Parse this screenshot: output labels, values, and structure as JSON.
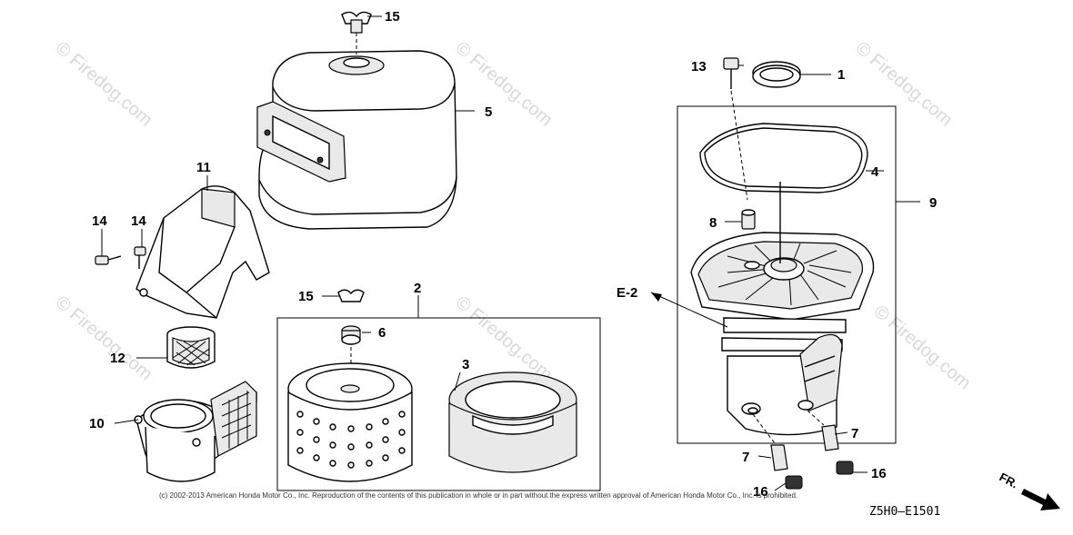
{
  "watermark": "© Firedog.com",
  "callouts": {
    "c1": "1",
    "c2": "2",
    "c3": "3",
    "c4": "4",
    "c5": "5",
    "c6": "6",
    "c7a": "7",
    "c7b": "7",
    "c8": "8",
    "c9": "9",
    "c10": "10",
    "c11": "11",
    "c12": "12",
    "c13": "13",
    "c14a": "14",
    "c14b": "14",
    "c15a": "15",
    "c15b": "15",
    "c16a": "16",
    "c16b": "16",
    "ref": "E-2"
  },
  "copyright": "(c) 2002-2013 American Honda Motor Co., Inc. Reproduction of the contents of this publication in whole or in part without the express written approval of American Honda Motor Co., Inc. is prohibited.",
  "diagram_code": "Z5H0—E1501",
  "front_label": "FR.",
  "colors": {
    "line": "#000000",
    "watermark": "#d8d8d8"
  }
}
